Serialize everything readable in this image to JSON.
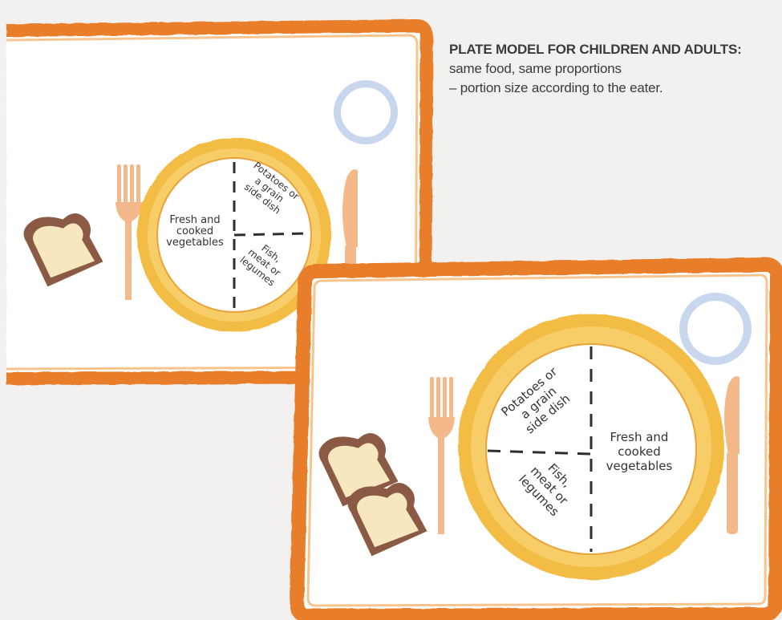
{
  "caption": {
    "title": "PLATE MODEL FOR CHILDREN AND ADULTS:",
    "line1": "same food, same proportions",
    "line2": "– portion size according to the eater."
  },
  "child_tray": {
    "vegetables_label": "Fresh and\ncooked\nvegetables",
    "carbs_label": "Potatoes or\na grain\nside dish",
    "protein_label": "Fish,\nmeat or\nlegumes"
  },
  "adult_tray": {
    "vegetables_label": "Fresh and\ncooked\nvegetables",
    "carbs_label": "Potatoes or\na grain\nside dish",
    "protein_label": "Fish,\nmeat or\nlegumes"
  },
  "colors": {
    "tray_border": "#e87d2a",
    "plate_rim": "#f3bc45",
    "cutlery": "#f4b98b",
    "bread_crust": "#8b5a45",
    "bread_inside": "#f6e7bf",
    "glass": "#c9d7ee"
  }
}
